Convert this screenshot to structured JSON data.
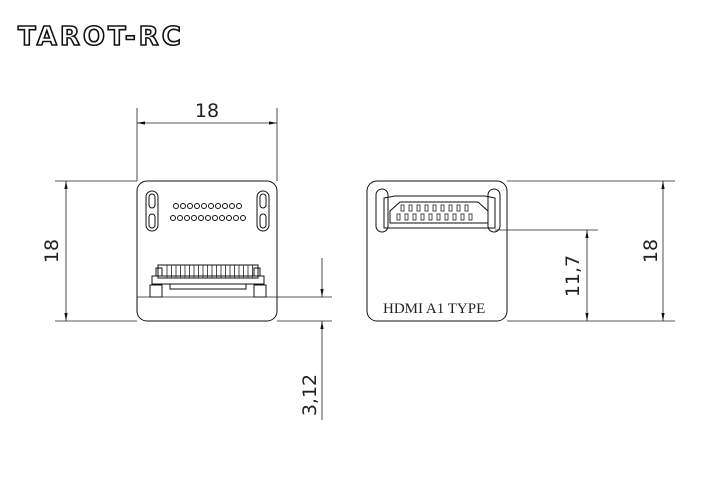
{
  "logo": {
    "text": "TAROT-RC"
  },
  "left_view": {
    "width_dim": "18",
    "height_dim": "18",
    "connector_offset_dim": "3,12"
  },
  "right_view": {
    "label": "HDMI A1 TYPE",
    "connector_height_dim": "11,7",
    "height_dim": "18"
  }
}
